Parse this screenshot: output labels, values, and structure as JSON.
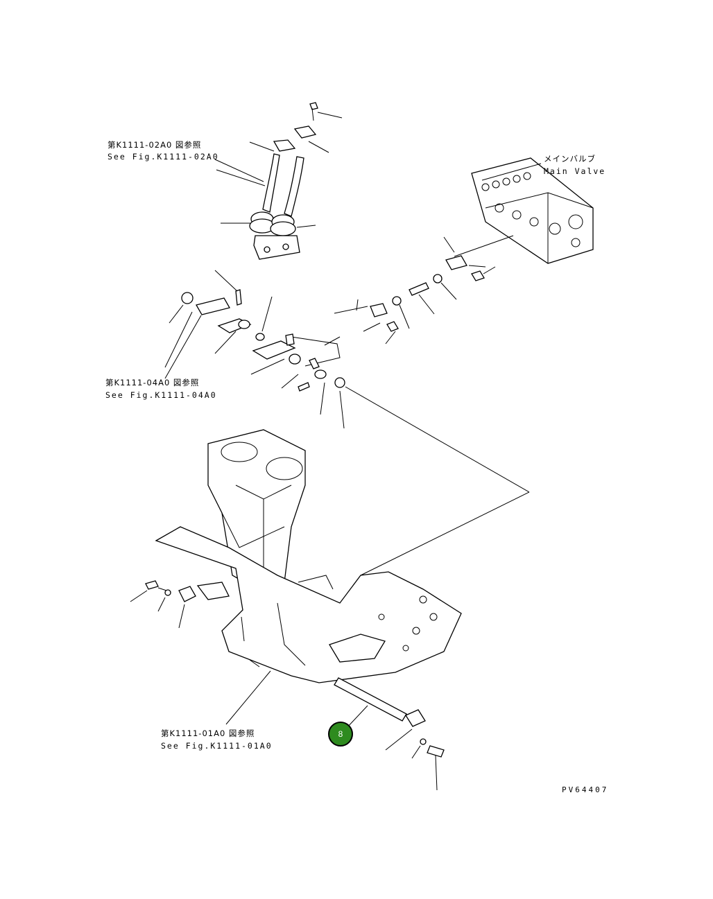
{
  "refs": {
    "lever": {
      "jp": "第K1111-02A0 図参照",
      "en": "See Fig.K1111-02A0"
    },
    "linkage": {
      "jp": "第K1111-04A0 図参照",
      "en": "See Fig.K1111-04A0"
    },
    "frame": {
      "jp": "第K1111-01A0 図参照",
      "en": "See Fig.K1111-01A0"
    }
  },
  "main_valve": {
    "jp": "メインバルブ",
    "en": "Main Valve"
  },
  "drawing_code": "PV64407",
  "callout": {
    "label": "8",
    "color": "#2e8b1f"
  }
}
